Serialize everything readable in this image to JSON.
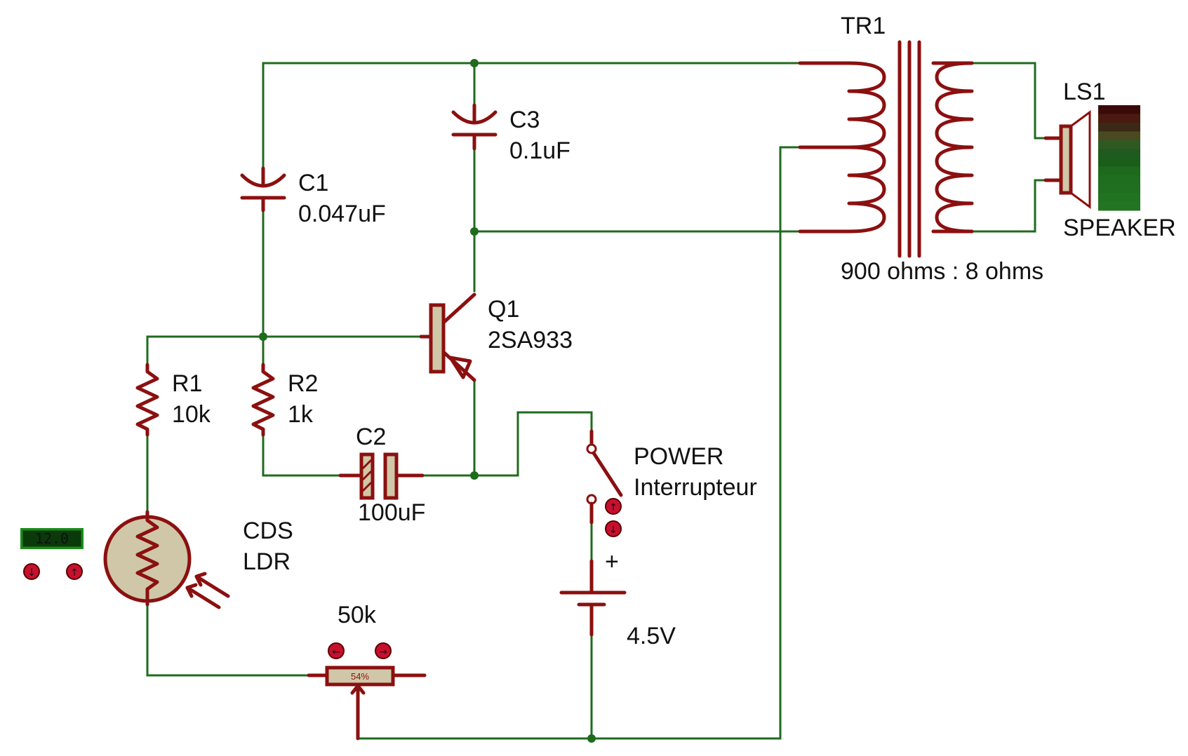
{
  "labels": {
    "tr1_ref": "TR1",
    "tr1_value": "900 ohms : 8 ohms",
    "ls1_ref": "LS1",
    "ls1_value": "SPEAKER",
    "c1_ref": "C1",
    "c1_value": "0.047uF",
    "c3_ref": "C3",
    "c3_value": "0.1uF",
    "q1_ref": "Q1",
    "q1_value": "2SA933",
    "r1_ref": "R1",
    "r1_value": "10k",
    "r2_ref": "R2",
    "r2_value": "1k",
    "c2_ref": "C2",
    "c2_value": "100uF",
    "ldr_ref": "CDS",
    "ldr_value": "LDR",
    "switch_ref": "POWER",
    "switch_value": "Interrupteur",
    "battery_plus": "+",
    "battery_value": "4.5V",
    "pot_value": "50k",
    "pot_percent": "54%",
    "ldr_light_readout": "12.0"
  },
  "colors": {
    "wire": "#1e6b1e",
    "component": "#8b1010",
    "component_body": "#cfc7a8",
    "lcd_background": "#1a8a1a",
    "button": "#c8102e"
  },
  "icons": {
    "ldr_decrease": "arrow-down-icon",
    "ldr_increase": "arrow-up-icon",
    "pot_decrease": "arrow-left-icon",
    "pot_increase": "arrow-right-icon",
    "switch_open": "arrow-up-icon",
    "switch_close": "arrow-down-icon"
  },
  "speaker_level_bars": [
    "#3a0a0a",
    "#4a1a10",
    "#3a2a15",
    "#4a4a20",
    "#2e5a22",
    "#1f5a1f",
    "#1a5e1a",
    "#1d6a1d",
    "#1f6e1f",
    "#206f20",
    "#217221",
    "#237523"
  ]
}
